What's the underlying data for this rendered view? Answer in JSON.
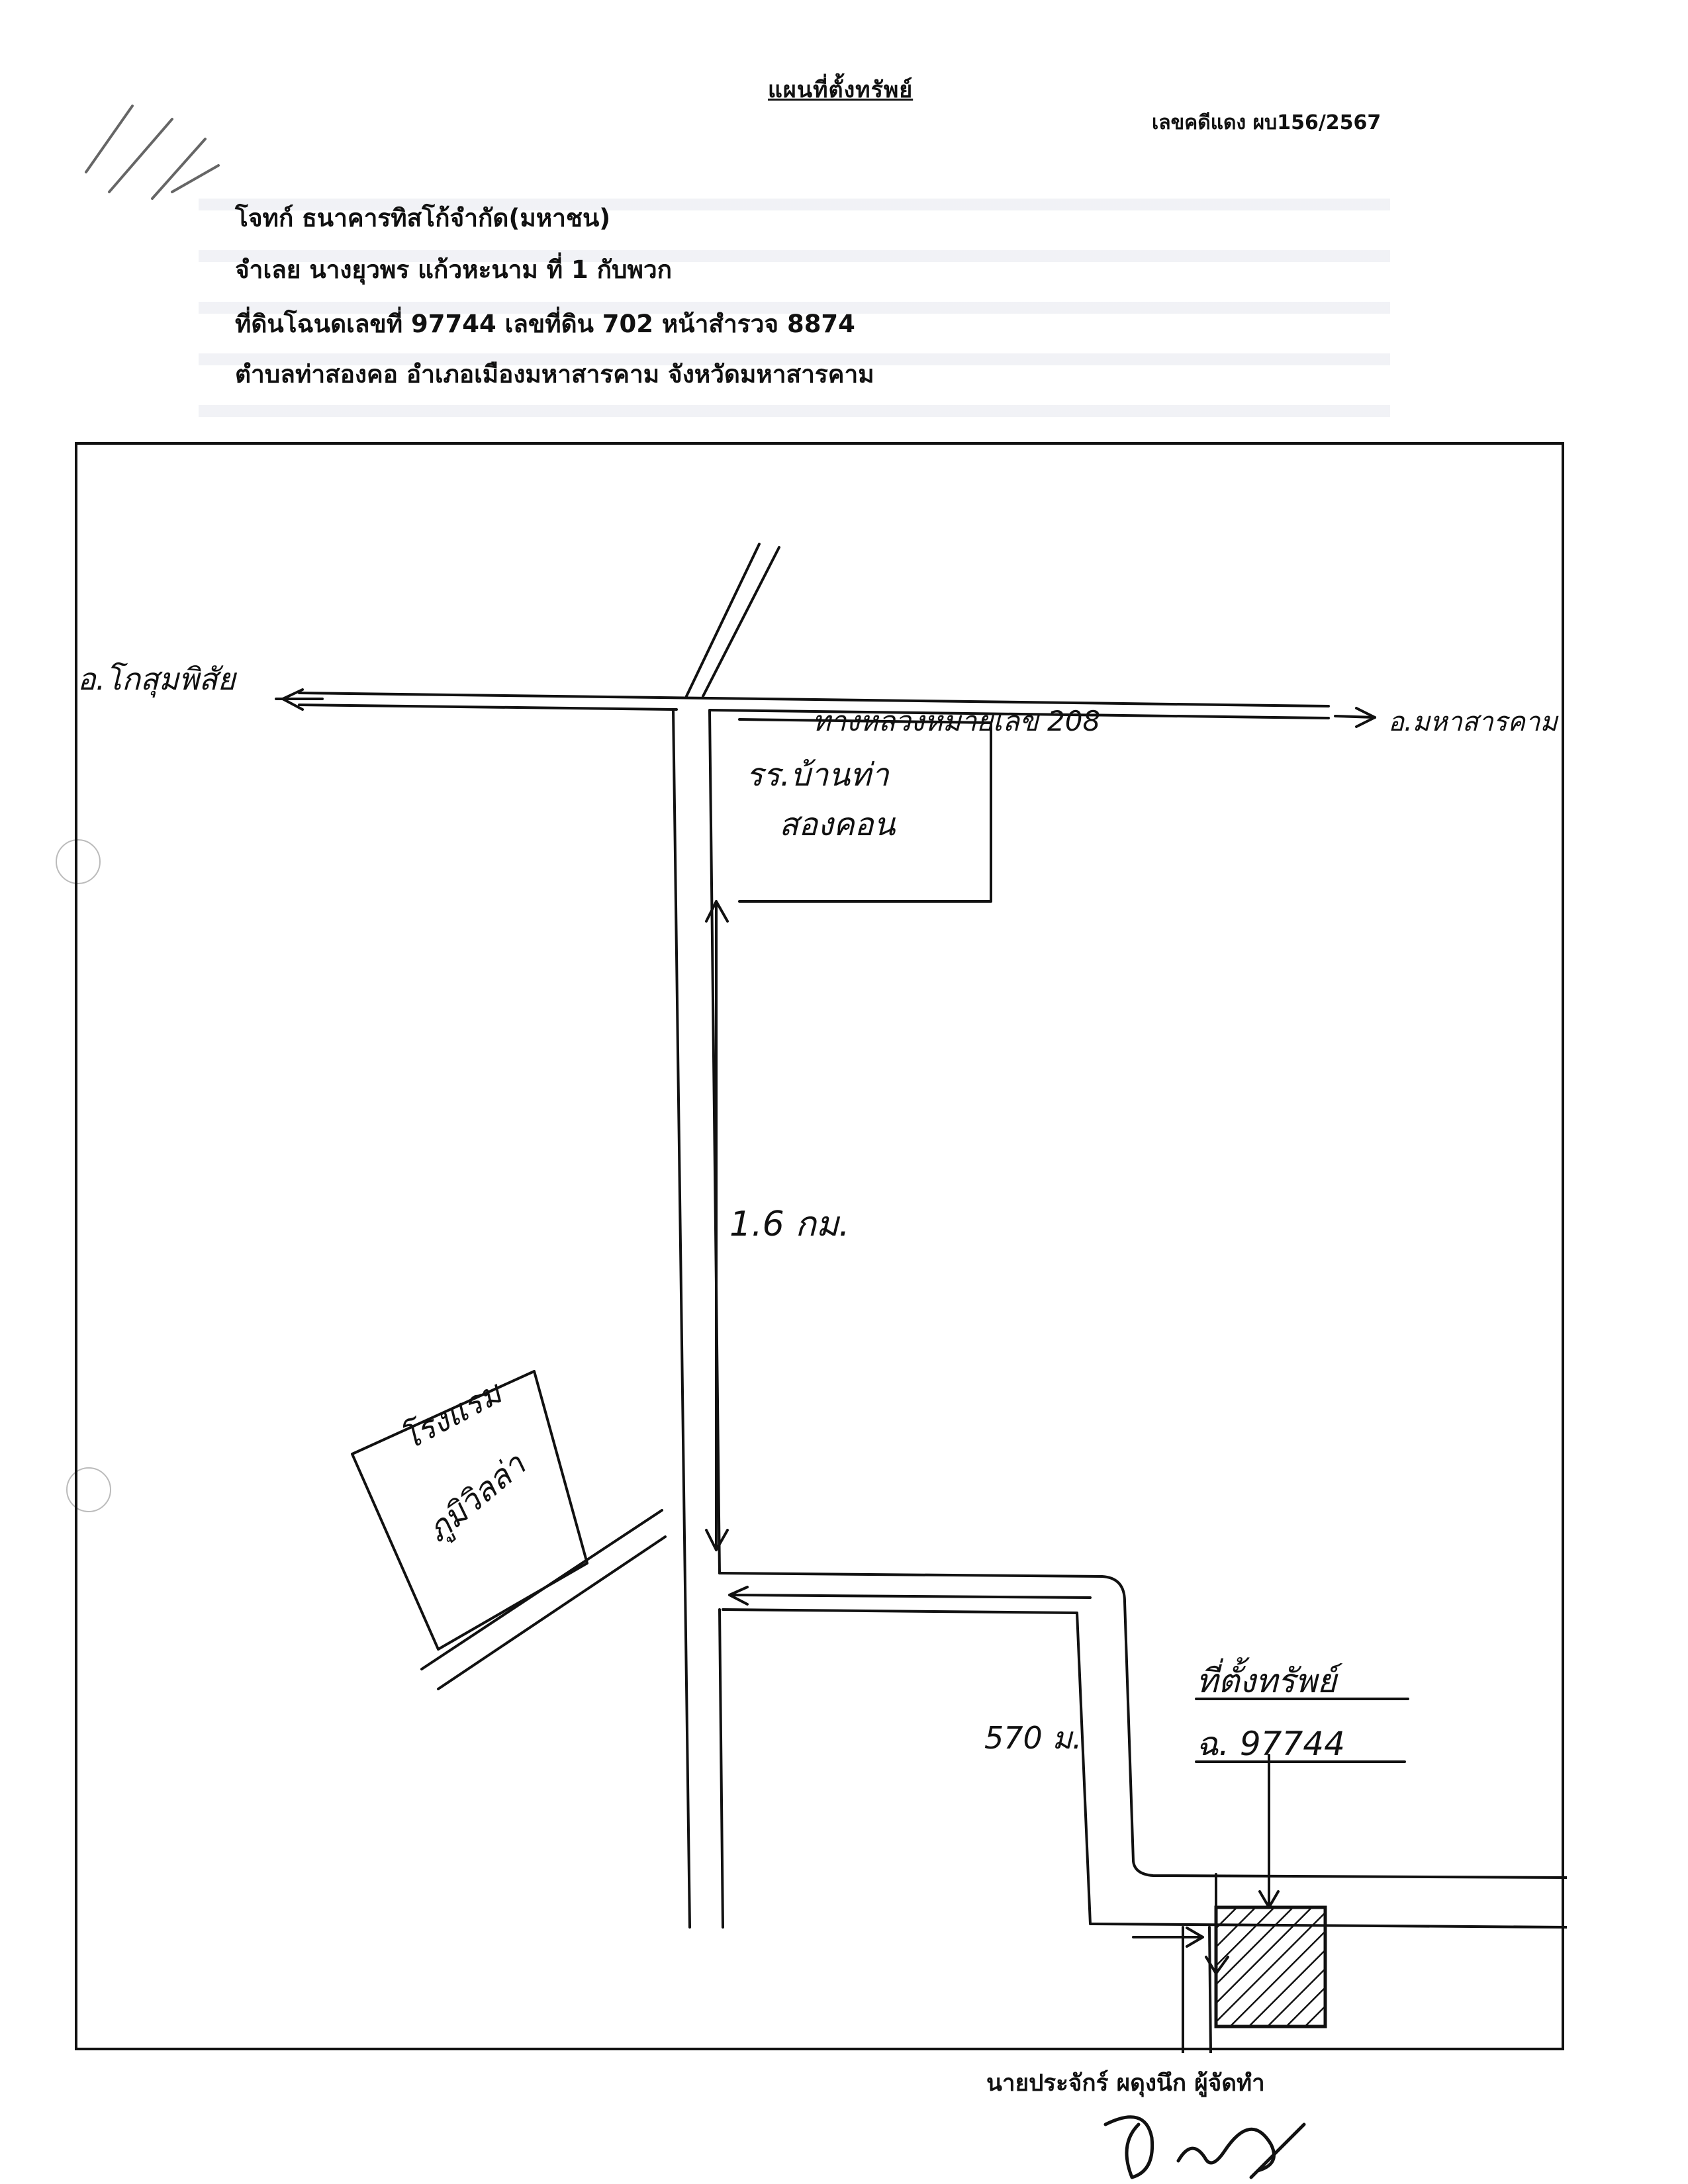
{
  "document": {
    "title": "แผนที่ตั้งทรัพย์",
    "case_number": "เลขคดีแดง ผบ156/2567",
    "plaintiff": "โจทก์ ธนาคารทิสโก้จำกัด(มหาชน)",
    "defendant": "จำเลย  นางยุวพร แก้วหะนาม ที่ 1 กับพวก",
    "deed": "ที่ดินโฉนดเลขที่ 97744 เลขที่ดิน 702 หน้าสำรวจ 8874",
    "location": "ตำบลท่าสองคอ  อำเภอเมืองมหาสารคาม จังหวัดมหาสารคาม"
  },
  "map": {
    "label_west": "อ.โกสุมพิสัย",
    "label_highway": "ทางหลวงหมายเลข 208",
    "label_east": "อ.มหาสารคาม",
    "label_school_1": "รร.บ้านท่า",
    "label_school_2": "สองคอน",
    "label_distance_main": "1.6 กม.",
    "label_resort_1": "โรงแรม",
    "label_resort_2": "ภูมิวิลล่า",
    "label_distance_branch": "570 ม.",
    "label_property_1": "ที่ตั้งทรัพย์",
    "label_property_2": "ฉ. 97744"
  },
  "footer": {
    "maker": "นายประจักร์ ผดุงนึก ผู้จัดทำ"
  }
}
